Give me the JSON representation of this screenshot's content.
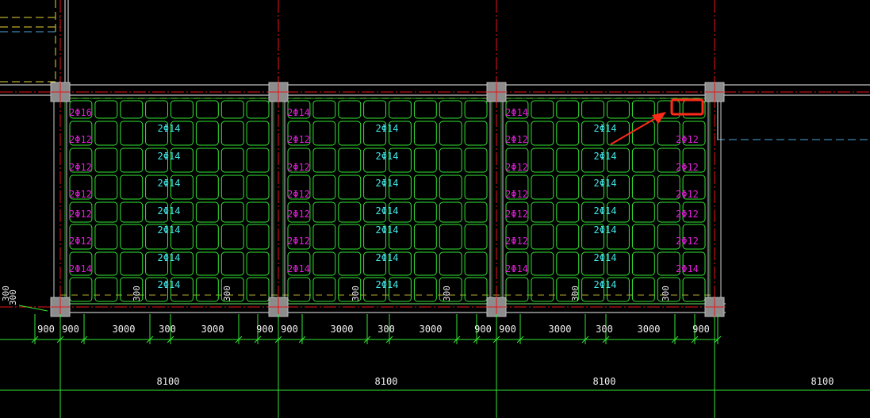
{
  "drawing": {
    "background_color": "#000000",
    "colors": {
      "grid_line": "#e8141a",
      "beam_line": "#f2f2f2",
      "void_cell": "#33e633",
      "rebar_label": "#e020d8",
      "center_label": "#40e8e8",
      "dimension_line": "#33e633",
      "dimension_text": "#f2f2f2",
      "column_fill": "#8c8c8c",
      "axis_label": "#f2f2f2",
      "annotation_box": "#ff2a1a",
      "annotation_arrow": "#ff2a1a",
      "hidden_line_yellow": "#e8d838",
      "hidden_line_cyan": "#4aa8d8"
    },
    "bays": [
      {
        "left_labels": [
          "2Φ16",
          "2Φ12",
          "2Φ12",
          "2Φ12",
          "2Φ12",
          "2Φ12",
          "2Φ14"
        ],
        "right_labels": [],
        "center_labels": [
          "2Φ14",
          "2Φ14",
          "2Φ14",
          "2Φ14",
          "2Φ14",
          "2Φ14",
          "2Φ14"
        ]
      },
      {
        "left_labels": [
          "2Φ14",
          "2Φ12",
          "2Φ12",
          "2Φ12",
          "2Φ12",
          "2Φ12",
          "2Φ14"
        ],
        "right_labels": [],
        "center_labels": [
          "2Φ14",
          "2Φ14",
          "2Φ14",
          "2Φ14",
          "2Φ14",
          "2Φ14",
          "2Φ14"
        ]
      },
      {
        "left_labels": [
          "2Φ14",
          "2Φ12",
          "2Φ12",
          "2Φ12",
          "2Φ12",
          "2Φ12",
          "2Φ14"
        ],
        "right_labels": [
          "2Φ12",
          "2Φ12",
          "2Φ12",
          "2Φ12",
          "2Φ12",
          "2Φ14"
        ],
        "center_labels": [
          "2Φ14",
          "2Φ14",
          "2Φ14",
          "2Φ14",
          "2Φ14",
          "2Φ14",
          "2Φ14"
        ]
      }
    ],
    "vertical_dims": [
      "300",
      "300",
      "300",
      "300",
      "300",
      "300",
      "300"
    ],
    "edge_dim_label": "300",
    "dimension_row": [
      "900",
      "900",
      "3000",
      "300",
      "3000",
      "900",
      "900",
      "3000",
      "300",
      "3000",
      "900",
      "900",
      "3000",
      "300",
      "3000",
      "900"
    ],
    "axis_spans": [
      "8100",
      "8100",
      "8100",
      "8100"
    ]
  }
}
